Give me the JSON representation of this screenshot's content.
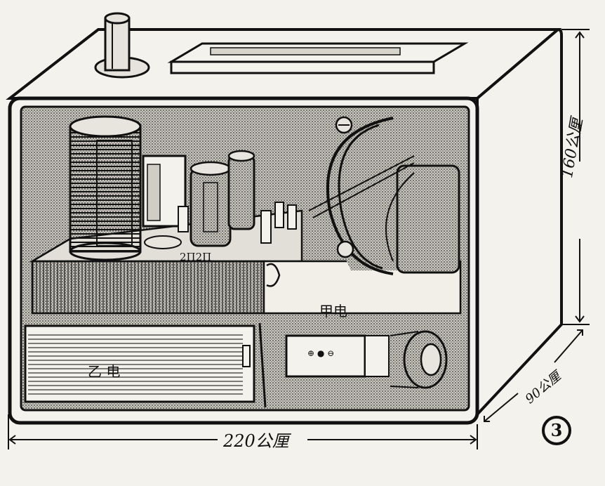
{
  "figure": {
    "width_label": "220公厘",
    "height_label": "160公厘",
    "depth_label": "90公厘",
    "tube_label": "2П2П",
    "battery_a_label": "甲电",
    "battery_b_label": "乙 电",
    "switch_label": "⊕ ● ⊖",
    "figure_number": "3"
  },
  "colors": {
    "ink": "#111111",
    "paper": "#f4f2ec",
    "hatch": "#2a2a2a"
  }
}
